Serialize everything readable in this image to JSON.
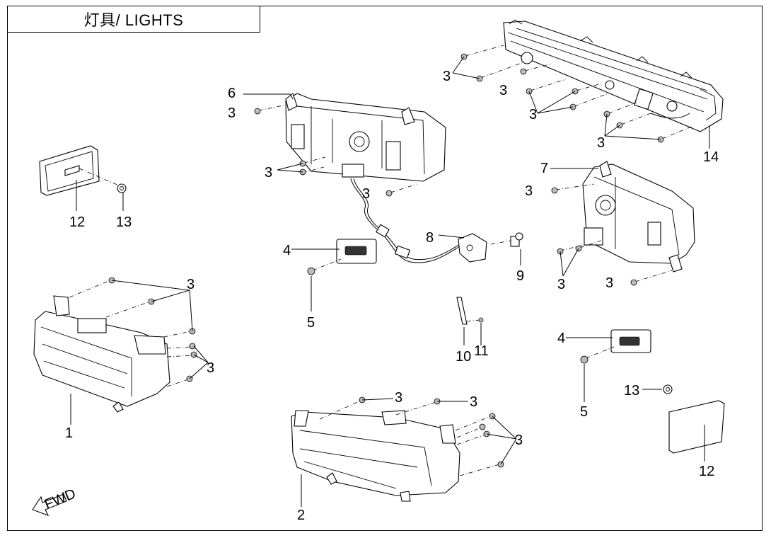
{
  "title": "灯具/ LIGHTS",
  "fwd_label": "FWD",
  "callouts": {
    "c1": "1",
    "c2": "2",
    "c3": "3",
    "c4": "4",
    "c5": "5",
    "c6": "6",
    "c7": "7",
    "c8": "8",
    "c9": "9",
    "c10": "10",
    "c11": "11",
    "c12": "12",
    "c13": "13",
    "c14": "14"
  }
}
